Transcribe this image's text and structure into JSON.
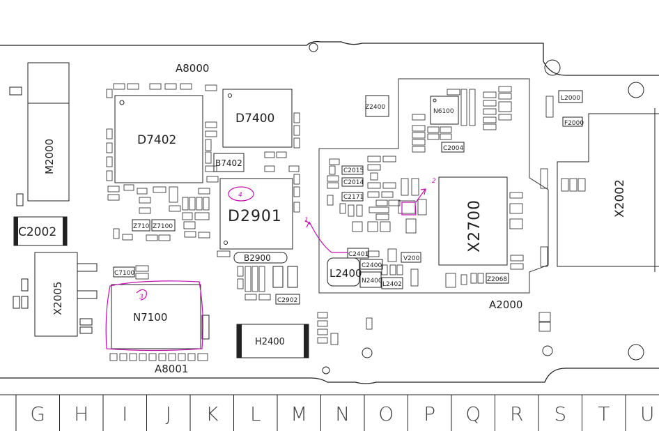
{
  "regions": {
    "a8000": "A8000",
    "a8001": "A8001",
    "a2000": "A2000"
  },
  "components": {
    "m2000": "M2000",
    "c2002": "C2002",
    "x2005": "X2005",
    "d7402": "D7402",
    "d7400": "D7400",
    "b7402": "B7402",
    "d2901": "D2901",
    "b2900": "B2900",
    "n7100": "N7100",
    "h2400": "H2400",
    "l2400": "L2400",
    "x2700": "X2700",
    "x2002": "X2002",
    "z2400": "Z2400",
    "n6100": "N6100",
    "l2000": "L2000",
    "c2401": "C2401",
    "c2400": "C2400",
    "n2400": "N2400",
    "l2402": "L2402",
    "c2015": "C2015",
    "c2014": "C2014",
    "c2171": "C2171",
    "c7100": "C7100",
    "z7100": "Z7100",
    "z710": "Z710",
    "c2902": "C2902",
    "c2004": "C2004",
    "f2000": "F2000",
    "z2068": "Z2068",
    "v200": "V200"
  },
  "annotations": {
    "a1": "1",
    "a2": "2",
    "a3": "3",
    "a4": "4"
  },
  "grid": [
    "G",
    "H",
    "I",
    "J",
    "K",
    "L",
    "M",
    "N",
    "O",
    "P",
    "Q",
    "R",
    "S",
    "T",
    "U"
  ],
  "colors": {
    "outline": "#222222",
    "annotation": "#c010b0",
    "background": "#ffffff"
  }
}
